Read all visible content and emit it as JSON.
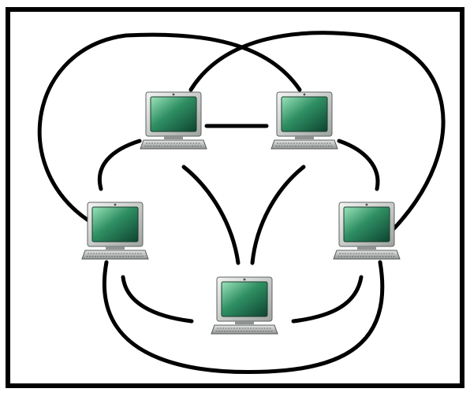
{
  "diagram": {
    "topology": "full-mesh",
    "colors": {
      "frame": "#000000",
      "background": "#ffffff",
      "link": "#000000",
      "monitor_body": "#d2d6d3",
      "screen_light": "#9be3b9",
      "screen_dark": "#0d4430",
      "keyboard": "#b9bdba"
    },
    "nodes": [
      {
        "id": "computer-top-left",
        "icon": "desktop-computer-icon"
      },
      {
        "id": "computer-top-right",
        "icon": "desktop-computer-icon"
      },
      {
        "id": "computer-left",
        "icon": "desktop-computer-icon"
      },
      {
        "id": "computer-right",
        "icon": "desktop-computer-icon"
      },
      {
        "id": "computer-bottom",
        "icon": "desktop-computer-icon"
      }
    ],
    "links": [
      {
        "from": "computer-top-left",
        "to": "computer-top-right"
      },
      {
        "from": "computer-top-left",
        "to": "computer-left"
      },
      {
        "from": "computer-top-right",
        "to": "computer-right"
      },
      {
        "from": "computer-top-left",
        "to": "computer-bottom"
      },
      {
        "from": "computer-top-right",
        "to": "computer-bottom"
      },
      {
        "from": "computer-left",
        "to": "computer-bottom"
      },
      {
        "from": "computer-right",
        "to": "computer-bottom"
      },
      {
        "from": "computer-top-left",
        "to": "computer-right"
      },
      {
        "from": "computer-top-right",
        "to": "computer-left"
      },
      {
        "from": "computer-left",
        "to": "computer-right"
      }
    ]
  }
}
